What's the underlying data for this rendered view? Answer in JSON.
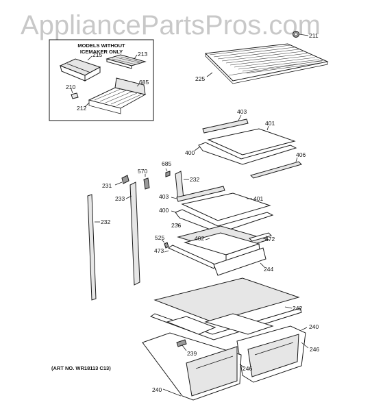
{
  "watermark": "AppliancePartsPros.com",
  "inset": {
    "title_line1": "MODELS WITHOUT",
    "title_line2": "ICEMAKER ONLY"
  },
  "art_no": "(ART NO. WR18113 C13)",
  "callouts": {
    "c211": "211",
    "c215": "215",
    "c213": "213",
    "c210": "210",
    "c685_inset": "685",
    "c212": "212",
    "c225": "225",
    "c403_top": "403",
    "c401_top": "401",
    "c400_top": "400",
    "c406": "406",
    "c685": "685",
    "c570": "570",
    "c232_mid": "232",
    "c231": "231",
    "c233": "233",
    "c403_mid": "403",
    "c401_mid": "401",
    "c232_left": "232",
    "c400_mid": "400",
    "c236": "236",
    "c525": "525",
    "c402": "402",
    "c472": "472",
    "c473": "473",
    "c244": "244",
    "c242": "242",
    "c240_right": "240",
    "c246_right": "246",
    "c239": "239",
    "c246_mid": "246",
    "c240_left": "240"
  }
}
